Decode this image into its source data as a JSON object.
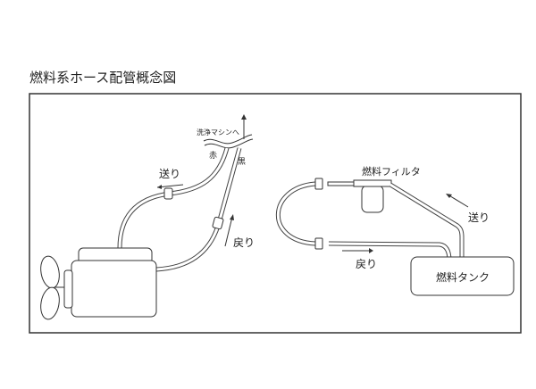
{
  "title": "燃料系ホース配管概念図",
  "left": {
    "to_washer": "洗浄マシンへ",
    "red_label": "赤",
    "black_label": "黒",
    "feed_label": "送り",
    "return_label": "戻り"
  },
  "right": {
    "filter_label": "燃料フィルタ",
    "feed_label": "送り",
    "return_label": "戻り",
    "tank_label": "燃料タンク"
  }
}
